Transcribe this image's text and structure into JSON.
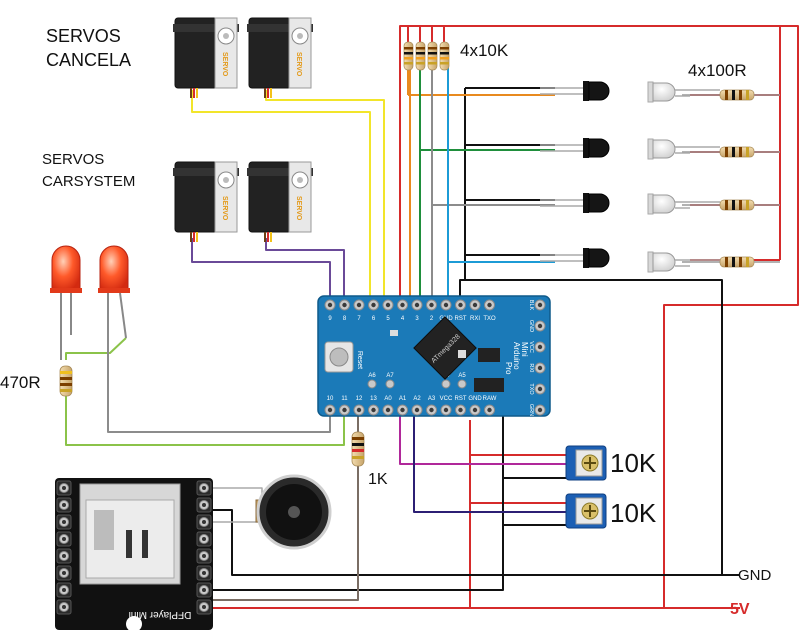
{
  "labels": {
    "servos_cancela_line1": "SERVOS",
    "servos_cancela_line2": "CANCELA",
    "servos_carsystem_line1": "SERVOS",
    "servos_carsystem_line2": "CARSYSTEM",
    "resistors_10k": "4x10K",
    "resistors_100r": "4x100R",
    "resistor_470r": "470R",
    "resistor_1k": "1K",
    "pot_top": "10K",
    "pot_bottom": "10K",
    "gnd": "GND",
    "v5": "5V"
  },
  "servo_brand": "SERVO",
  "board": {
    "chip": "ATmega328",
    "name_lines": [
      "Arduino",
      "Pro",
      "Mini"
    ],
    "reset": "Reset",
    "top_pins": [
      "9",
      "8",
      "7",
      "6",
      "5",
      "4",
      "3",
      "2",
      "GND",
      "RST",
      "RXI",
      "TXO"
    ],
    "bottom_pins": [
      "10",
      "11",
      "12",
      "13",
      "A0",
      "A1",
      "A2",
      "A3",
      "VCC",
      "RST",
      "GND",
      "RAW"
    ],
    "inner_pins": [
      "A6",
      "A7",
      "A4",
      "A5"
    ],
    "right_pins": [
      "BLK",
      "GND",
      "VCC",
      "RXI",
      "TXO",
      "GRN"
    ]
  },
  "dfplayer": "DFPlayer Mini",
  "colors": {
    "red": "#d62b2b",
    "black": "#111111",
    "yellow": "#f2e52a",
    "purple": "#6a4a98",
    "magenta": "#b0289a",
    "navy": "#2c1f74",
    "orange": "#e88a1f",
    "green": "#1f8f3c",
    "gray": "#8c8c8c",
    "blue": "#1c9bd6",
    "light_green": "#8bc34a",
    "brown_gray": "#7a6d64",
    "board": "#1b7ab8",
    "pot": "#1c5fb4"
  }
}
